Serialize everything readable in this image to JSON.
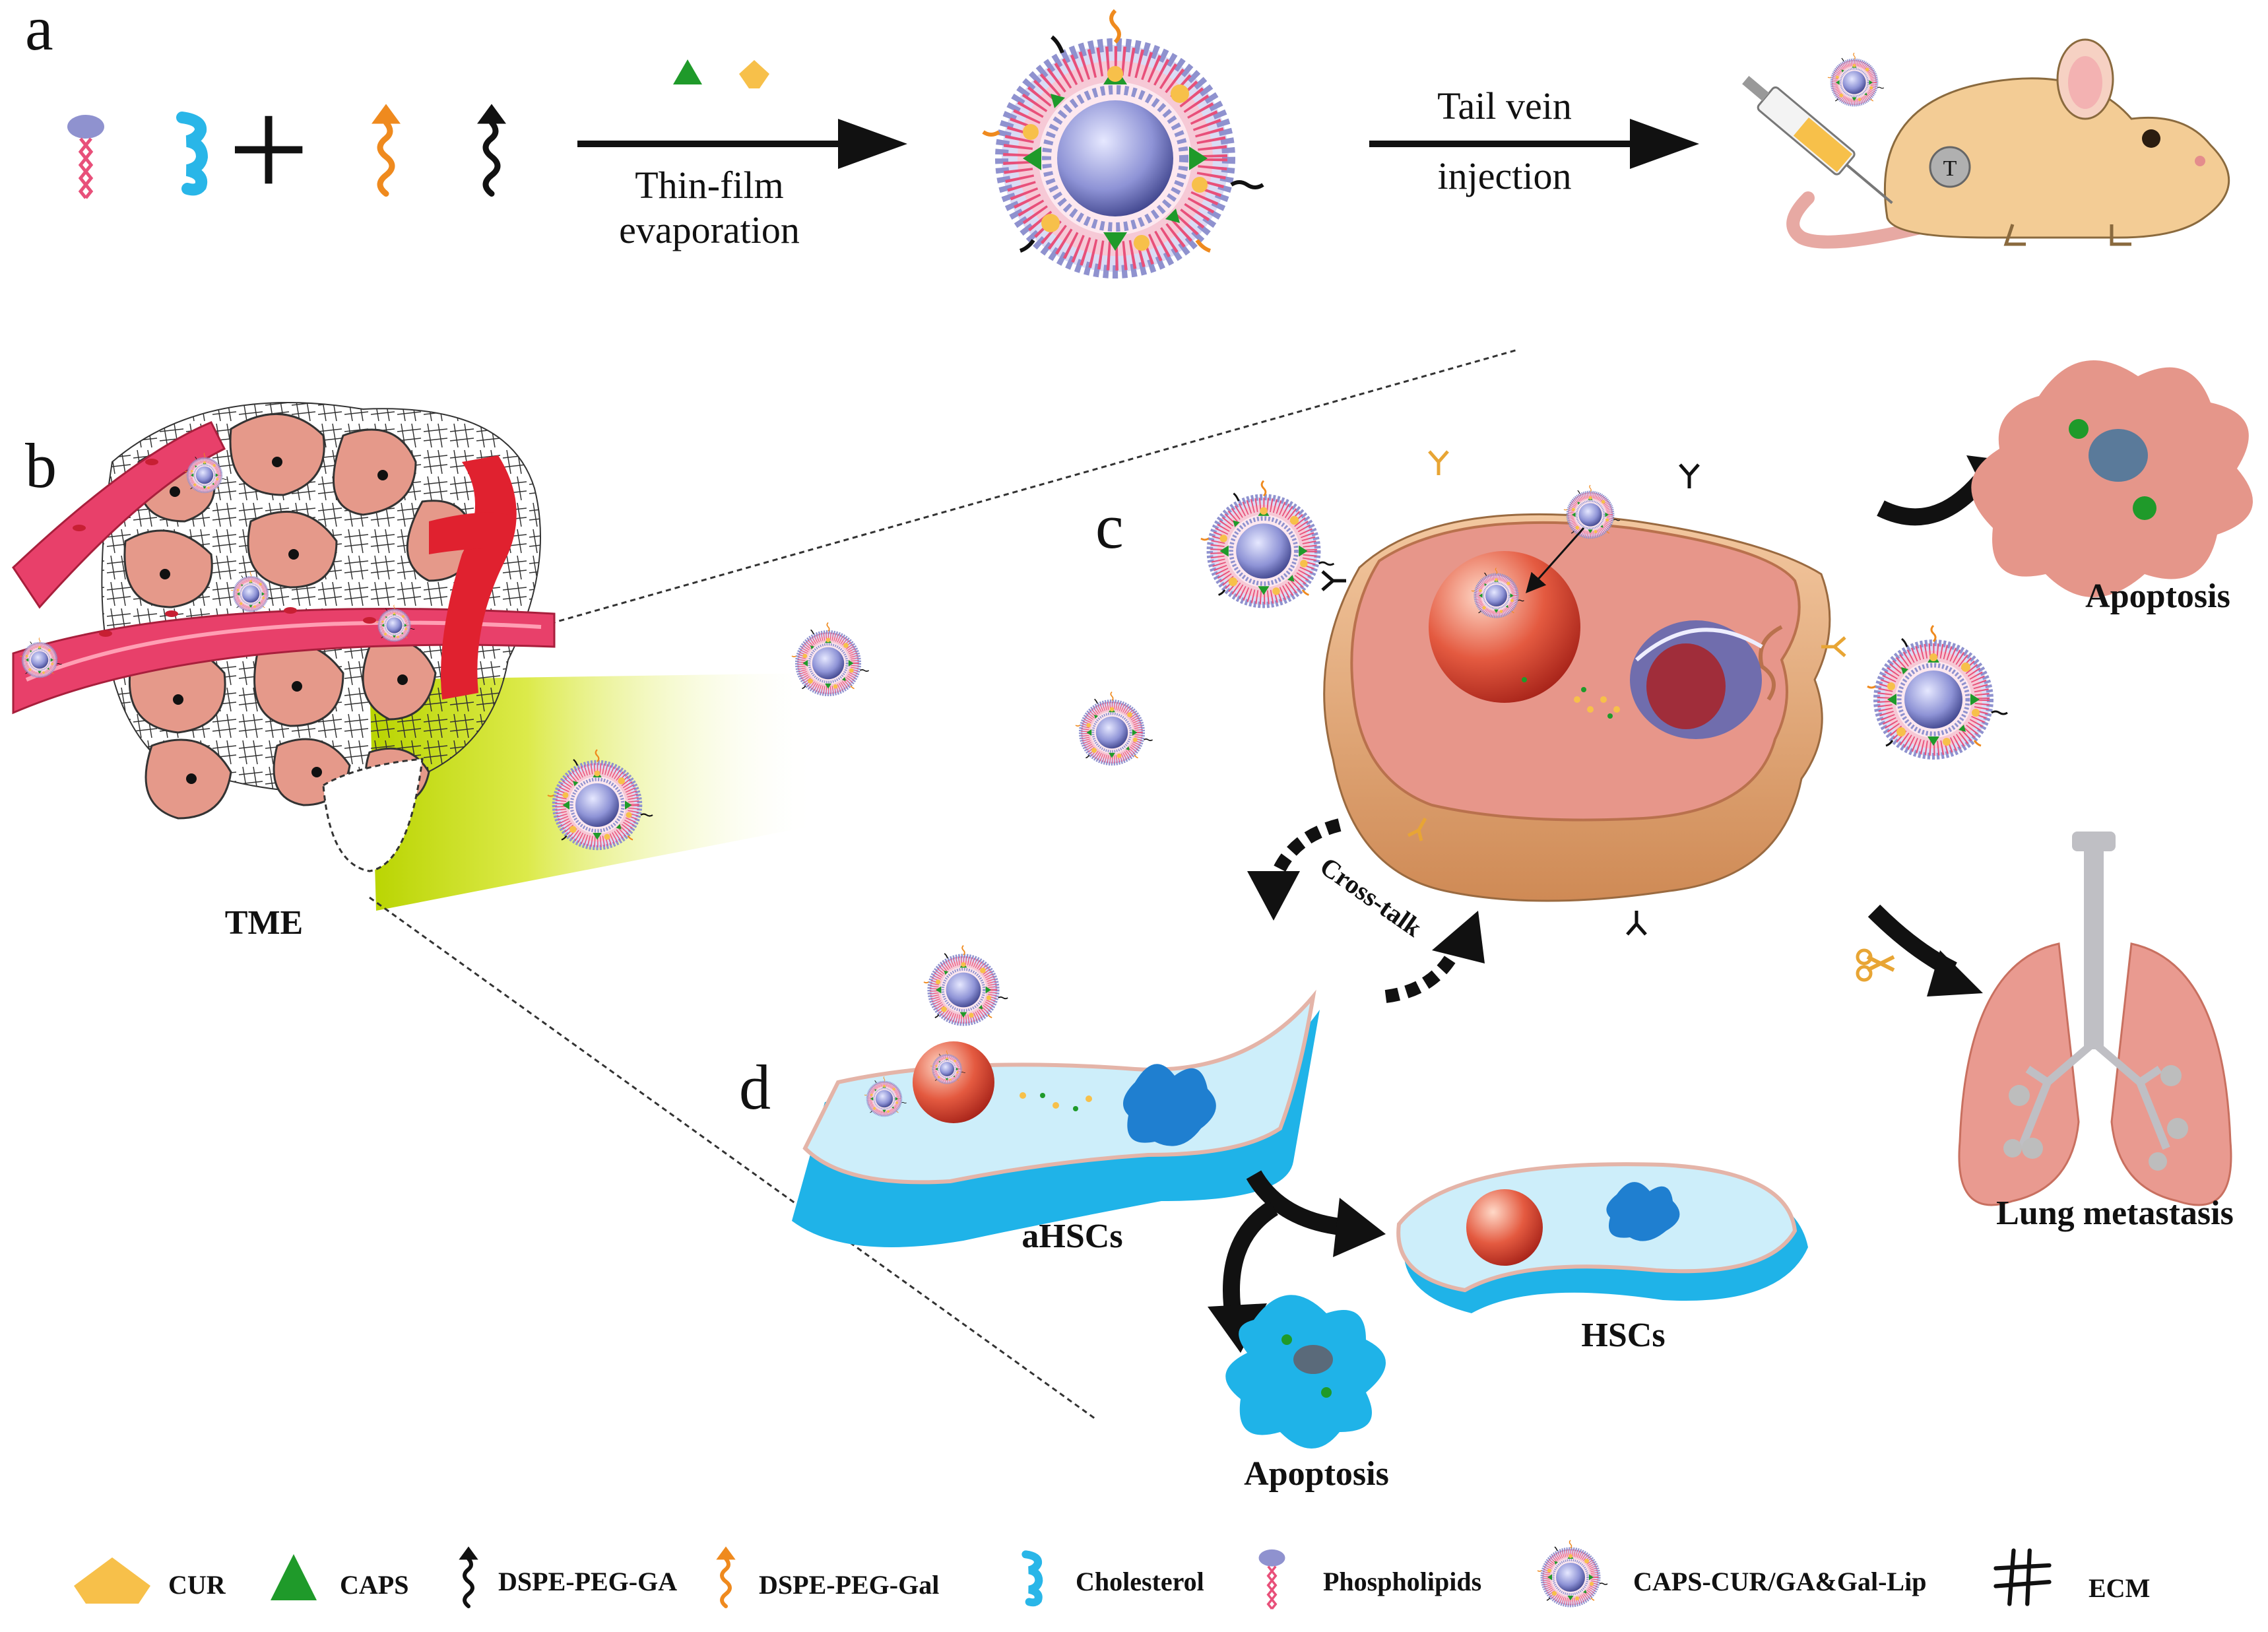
{
  "panels": {
    "a": "a",
    "b": "b",
    "c": "c",
    "d": "d"
  },
  "plus_sign": "+",
  "step1": {
    "line1": "Thin-film",
    "line2": "evaporation"
  },
  "step2": {
    "line1": "Tail vein",
    "line2": "injection"
  },
  "mouse_tumor_label": "T",
  "labels": {
    "tme": "TME",
    "apoptosis_tumor": "Apoptosis",
    "lung_metastasis": "Lung metastasis",
    "cross_talk": "Cross-talk",
    "ahscs": "aHSCs",
    "hscs": "HSCs",
    "apoptosis_hsc": "Apoptosis"
  },
  "legend": [
    {
      "label": "CUR",
      "icon": "pentagon-icon"
    },
    {
      "label": "CAPS",
      "icon": "triangle-icon"
    },
    {
      "label": "DSPE-PEG-GA",
      "icon": "squiggle-arrow-black-icon"
    },
    {
      "label": "DSPE-PEG-Gal",
      "icon": "squiggle-arrow-orange-icon"
    },
    {
      "label": "Cholesterol",
      "icon": "cholesterol-icon"
    },
    {
      "label": "Phospholipids",
      "icon": "phospholipid-icon"
    },
    {
      "label": "CAPS-CUR/GA&Gal-Lip",
      "icon": "liposome-icon"
    },
    {
      "label": "ECM",
      "icon": "ecm-hash-icon"
    }
  ],
  "colors": {
    "cur": "#f7c04a",
    "caps": "#1f9a2a",
    "ga_arrow": "#111111",
    "gal_arrow": "#ef8a1e",
    "cholesterol": "#29b6e8",
    "phospholipid_head": "#8f92cf",
    "phospholipid_tail": "#e8507a",
    "tumor_cell": "#e5998a",
    "hsc_fill": "#cdeefa",
    "hsc_edge": "#1fb3e8",
    "vessel": "#e8406a",
    "yellow_cone": "#c8df00"
  }
}
